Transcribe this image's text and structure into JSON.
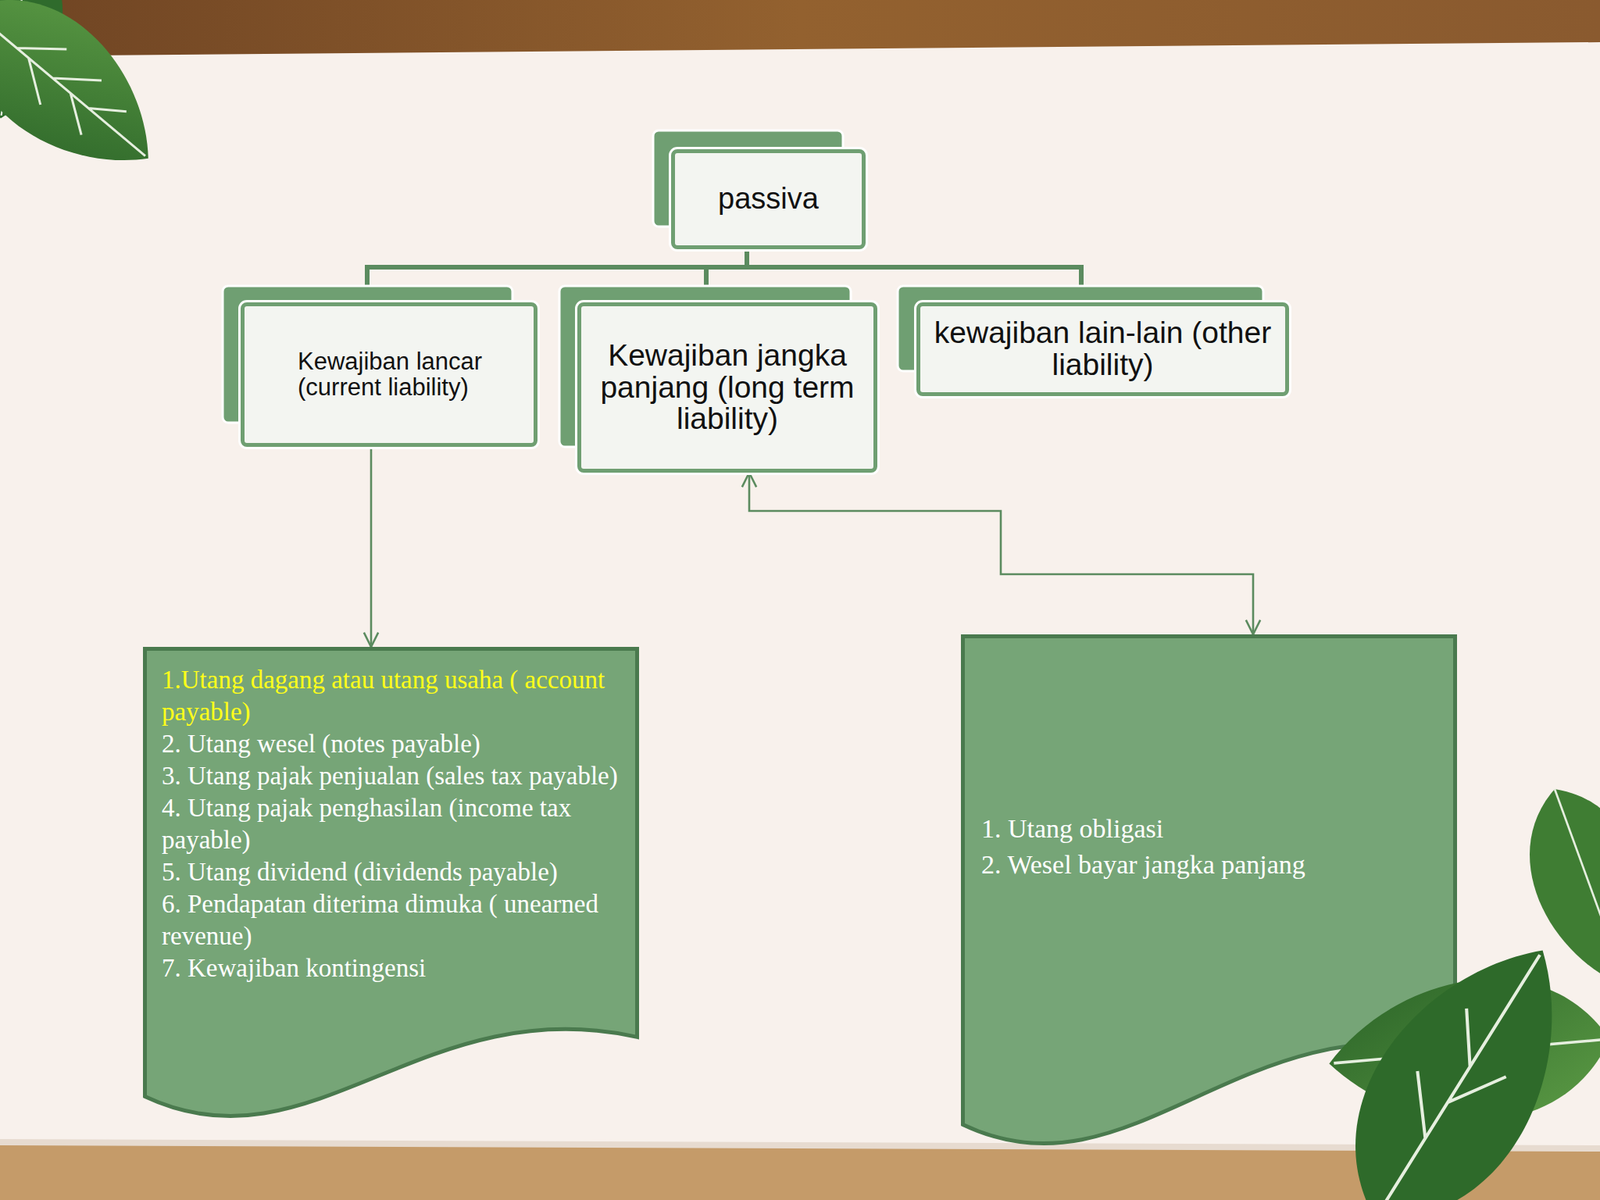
{
  "diagram": {
    "nodes": [
      {
        "text": [
          "passiva"
        ]
      },
      {
        "text": [
          "Kewajiban lancar (current liability)"
        ]
      },
      {
        "text": [
          "Kewajiban jangka panjang (long term liability)"
        ]
      },
      {
        "text": [
          "kewajiban lain-lain (other liability)"
        ]
      },
      {
        "text": [
          "1.Utang dagang atau utang usaha ( account payable)",
          "2. Utang wesel (notes payable)",
          "3. Utang pajak penjualan (sales tax payable)",
          "4. Utang pajak penghasilan (income tax payable)",
          "5. Utang dividend (dividends payable)",
          "6. Pendapatan diterima dimuka ( unearned revenue)",
          "7. Kewajiban kontingensi"
        ]
      },
      {
        "text": [
          "1. Utang obligasi",
          "2. Wesel bayar jangka panjang"
        ]
      }
    ],
    "edges": [
      {
        "from": 0,
        "to": 1,
        "arrow": "none"
      },
      {
        "from": 0,
        "to": 2,
        "arrow": "none"
      },
      {
        "from": 0,
        "to": 3,
        "arrow": "none"
      },
      {
        "from": 1,
        "to": 4,
        "arrow": "to"
      },
      {
        "from": 2,
        "to": 5,
        "arrow": "both"
      }
    ]
  }
}
